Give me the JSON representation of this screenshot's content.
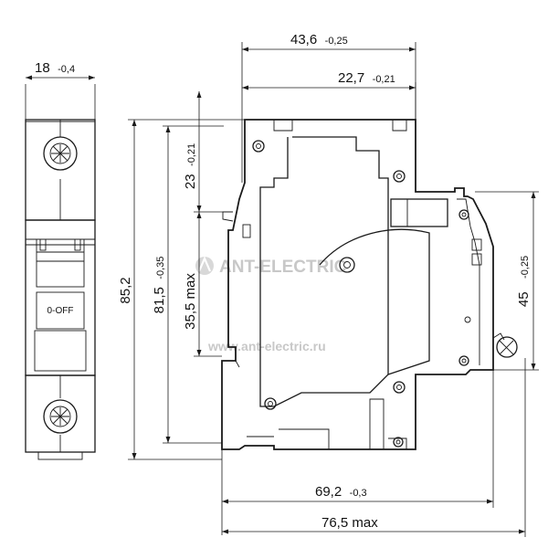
{
  "watermark": {
    "brand": "ANT-ELECTRIC",
    "url": "www.ant-electric.ru",
    "color": "#c8c8c8"
  },
  "front_view": {
    "switch_label": "0-OFF"
  },
  "dimensions": {
    "width_front": {
      "main": "18",
      "tol": "-0,4"
    },
    "depth_total": {
      "main": "43,6",
      "tol": "-0,25"
    },
    "depth_partial": {
      "main": "22,7",
      "tol": "-0,21"
    },
    "height_total": {
      "main": "85,2",
      "tol": ""
    },
    "height_body": {
      "main": "81,5",
      "tol": "-0,35"
    },
    "upper_offset": {
      "main": "23",
      "tol": "-0,21"
    },
    "lever_max": {
      "main": "35,5 max",
      "tol": ""
    },
    "rail_height": {
      "main": "45",
      "tol": "-0,25"
    },
    "base_depth": {
      "main": "69,2",
      "tol": "-0,3"
    },
    "overall_depth": {
      "main": "76,5 max",
      "tol": ""
    }
  }
}
